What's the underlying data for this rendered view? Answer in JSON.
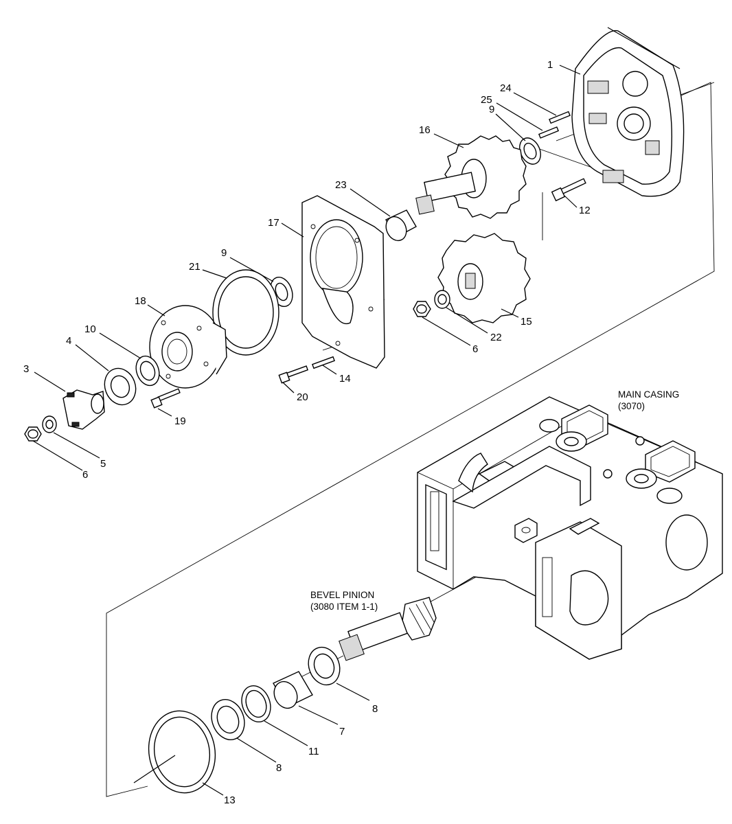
{
  "callouts": {
    "c1": "1",
    "c24": "24",
    "c25": "25",
    "c9a": "9",
    "c16": "16",
    "c23": "23",
    "c12": "12",
    "c17": "17",
    "c9b": "9",
    "c21": "21",
    "c18": "18",
    "c10": "10",
    "c4": "4",
    "c3": "3",
    "c5": "5",
    "c6a": "6",
    "c19": "19",
    "c20": "20",
    "c14": "14",
    "c6b": "6",
    "c22": "22",
    "c15": "15",
    "c8a": "8",
    "c7": "7",
    "c11": "11",
    "c8b": "8",
    "c13": "13"
  },
  "notes": {
    "main_casing_line1": "MAIN CASING",
    "main_casing_line2": "(3070)",
    "bevel_pinion_line1": "BEVEL PINION",
    "bevel_pinion_line2": "(3080 ITEM 1-1)"
  }
}
